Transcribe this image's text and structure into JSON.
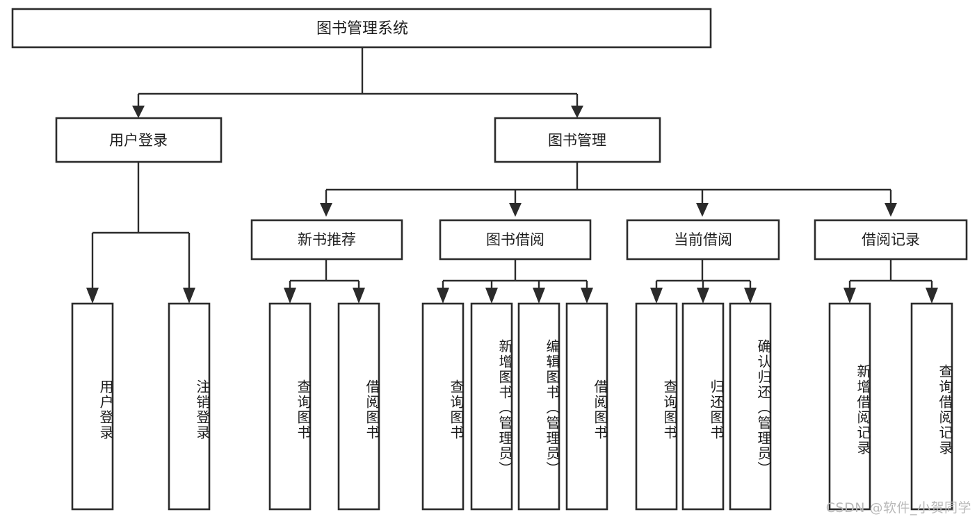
{
  "diagram": {
    "type": "tree",
    "title": "图书管理系统",
    "orientation": "top-down",
    "colors": {
      "box_stroke": "#2b2b2b",
      "box_fill": "#ffffff",
      "connector": "#2b2b2b",
      "text": "#1c1c1c",
      "watermark": "#b9b9b9",
      "background": "#ffffff"
    },
    "root": {
      "id": "root",
      "label": "图书管理系统"
    },
    "level2": [
      {
        "id": "user-login",
        "label": "用户登录"
      },
      {
        "id": "book-management",
        "label": "图书管理"
      }
    ],
    "level3": [
      {
        "id": "new-book-recommend",
        "label": "新书推荐",
        "parent": "book-management"
      },
      {
        "id": "book-borrow",
        "label": "图书借阅",
        "parent": "book-management"
      },
      {
        "id": "current-borrow",
        "label": "当前借阅",
        "parent": "book-management"
      },
      {
        "id": "borrow-record",
        "label": "借阅记录",
        "parent": "book-management"
      }
    ],
    "leaves": [
      {
        "id": "leaf-user-login",
        "label": "用户登录",
        "parent": "user-login"
      },
      {
        "id": "leaf-logout-login",
        "label": "注销登录",
        "parent": "user-login"
      },
      {
        "id": "leaf-query-book-1",
        "label": "查询图书",
        "parent": "new-book-recommend"
      },
      {
        "id": "leaf-borrow-book-1",
        "label": "借阅图书",
        "parent": "new-book-recommend"
      },
      {
        "id": "leaf-query-book-2",
        "label": "查询图书",
        "parent": "book-borrow"
      },
      {
        "id": "leaf-add-book",
        "label": "新增图书（管理员）",
        "parent": "book-borrow"
      },
      {
        "id": "leaf-edit-book",
        "label": "编辑图书（管理员）",
        "parent": "book-borrow"
      },
      {
        "id": "leaf-borrow-book-2",
        "label": "借阅图书",
        "parent": "book-borrow"
      },
      {
        "id": "leaf-query-book-3",
        "label": "查询图书",
        "parent": "current-borrow"
      },
      {
        "id": "leaf-return-book",
        "label": "归还图书",
        "parent": "current-borrow"
      },
      {
        "id": "leaf-confirm-return",
        "label": "确认归还（管理员）",
        "parent": "current-borrow"
      },
      {
        "id": "leaf-add-record",
        "label": "新增借阅记录",
        "parent": "borrow-record"
      },
      {
        "id": "leaf-query-record",
        "label": "查询借阅记录",
        "parent": "borrow-record"
      }
    ]
  },
  "watermark": {
    "text": "CSDN @软件_小贺同学"
  }
}
